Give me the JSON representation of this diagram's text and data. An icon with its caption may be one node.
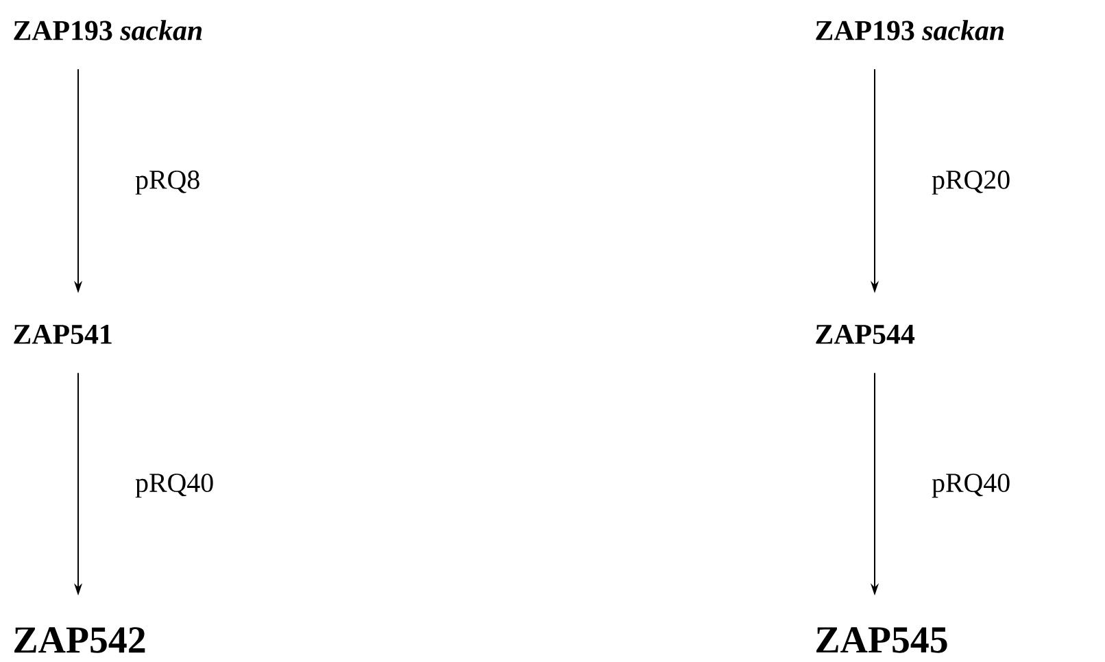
{
  "diagram": {
    "nodes": [
      {
        "text": [
          "ZAP193 *sackan*"
        ]
      },
      {
        "text": [
          "ZAP541"
        ]
      },
      {
        "text": [
          "ZAP542"
        ]
      },
      {
        "text": [
          "ZAP193 *sackan*"
        ]
      },
      {
        "text": [
          "ZAP544"
        ]
      },
      {
        "text": [
          "ZAP545"
        ]
      }
    ],
    "edges": [
      {
        "from": 0,
        "to": 1,
        "arrow": "to",
        "label": "pRQ8"
      },
      {
        "from": 1,
        "to": 2,
        "arrow": "to",
        "label": "pRQ40"
      },
      {
        "from": 3,
        "to": 4,
        "arrow": "to",
        "label": "pRQ20"
      },
      {
        "from": 4,
        "to": 5,
        "arrow": "to",
        "label": "pRQ40"
      }
    ]
  }
}
